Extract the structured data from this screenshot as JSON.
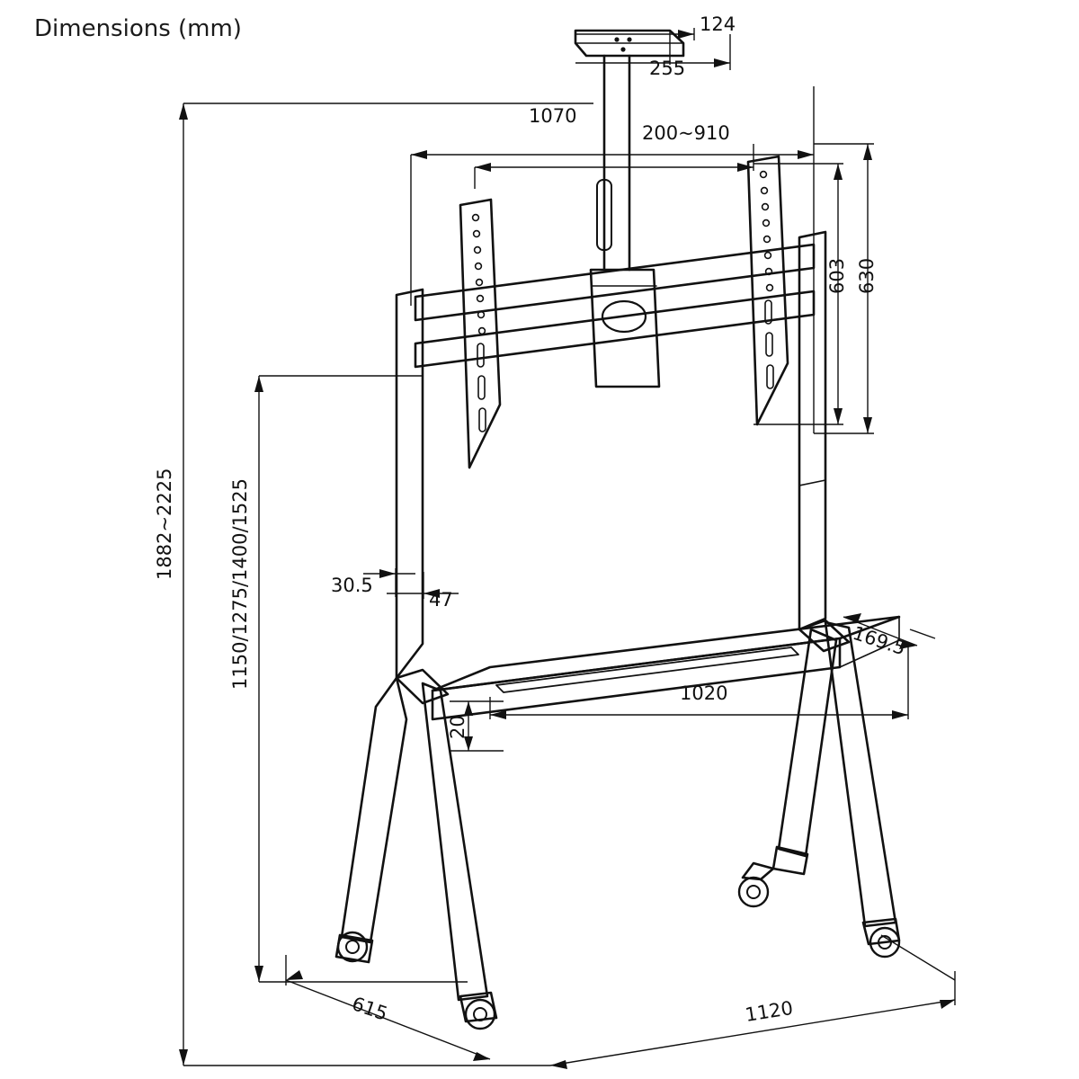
{
  "title": "Dimensions (mm)",
  "diagram": {
    "name": "tv-cart-dimension-drawing",
    "units": "mm",
    "labels": {
      "top_bracket_depth": "124",
      "top_bracket_width": "255",
      "screen_bracket_width": "1070",
      "vesa_width_range": "200~910",
      "vesa_height_inner": "603",
      "vesa_height_outer": "630",
      "overall_height_range": "1882~2225",
      "screen_height_range": "1150/1275/1400/1525",
      "post_depth": "30.5",
      "post_width": "47",
      "shelf_depth": "169.5",
      "shelf_width": "1020",
      "shelf_thickness": "20",
      "base_depth": "615",
      "base_width": "1120"
    }
  }
}
